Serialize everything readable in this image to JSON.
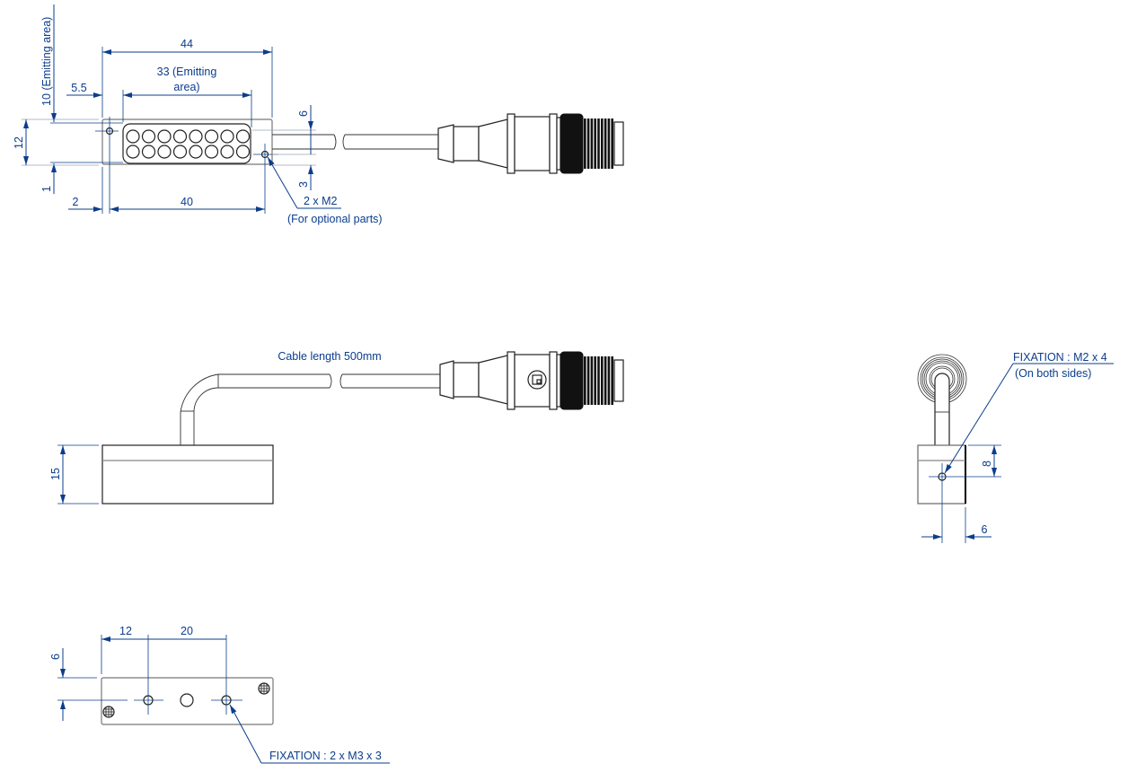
{
  "drawing": {
    "top_view": {
      "dim_length": "44",
      "dim_emitting_width": "33 (Emitting",
      "dim_emitting_width_line2": "area)",
      "dim_offset": "5.5",
      "dim_emitting_height": "10 (Emitting area)",
      "dim_height": "12",
      "dim_bottom_offset": "1",
      "dim_left_hole": "2",
      "dim_hole_spacing": "40",
      "dim_cable_top": "6",
      "dim_cable_bottom": "3",
      "hole_note": "2 x M2",
      "hole_note_line2": "(For optional parts)",
      "led_rows": 2,
      "led_cols": 8
    },
    "side_view": {
      "cable_label": "Cable length 500mm",
      "dim_height": "15"
    },
    "end_view": {
      "fixation_note": "FIXATION : M2 x 4",
      "fixation_note_line2": "(On both sides)",
      "dim_vertical": "8",
      "dim_horizontal": "6"
    },
    "bottom_view": {
      "dim_first": "12",
      "dim_second": "20",
      "dim_vertical": "6",
      "fixation_note": "FIXATION : 2 x M3 x 3"
    },
    "colors": {
      "dimension": "#0b3d8c",
      "outline": "#222222",
      "background": "#ffffff"
    }
  }
}
